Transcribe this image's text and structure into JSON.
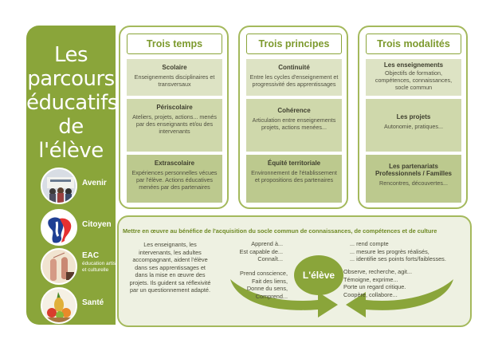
{
  "sidebar": {
    "title_lines": [
      "Les",
      "parcours",
      "éducatifs",
      "de l'élève"
    ],
    "parcours": [
      {
        "label": "Avenir",
        "icon": "school-photo-icon"
      },
      {
        "label": "Citoyen",
        "icon": "marianne-profile-icon"
      },
      {
        "label": "EAC",
        "sub": "éducation artistique et culturelle",
        "icon": "ballet-shoes-icon"
      },
      {
        "label": "Santé",
        "icon": "fruit-basket-icon"
      }
    ]
  },
  "columns": [
    {
      "header": "Trois temps",
      "cards": [
        {
          "title": "Scolaire",
          "text": "Enseignements disciplinaires et transversaux"
        },
        {
          "title": "Périscolaire",
          "text": "Ateliers, projets, actions... menés par des enseignants et/ou des intervenants"
        },
        {
          "title": "Extrascolaire",
          "text": "Expériences personnelles vécues par l'élève. Actions éducatives menées par des partenaires"
        }
      ]
    },
    {
      "header": "Trois principes",
      "cards": [
        {
          "title": "Continuité",
          "text": "Entre les cycles d'enseignement et progressivité des apprentissages"
        },
        {
          "title": "Cohérence",
          "text": "Articulation entre enseignements projets, actions menées..."
        },
        {
          "title": "Équité territoriale",
          "text": "Environnement de l'établissement et propositions des partenaires"
        }
      ]
    },
    {
      "header": "Trois modalités",
      "cards": [
        {
          "title": "Les enseignements",
          "text": "Objectifs de formation, compétences, connaissances, socle commun"
        },
        {
          "title": "Les projets",
          "text": "Autonomie, pratiques..."
        },
        {
          "title": "Les partenariats Professionnels / Familles",
          "text": "Rencontres, découvertes..."
        }
      ]
    }
  ],
  "bottom": {
    "title": "Mettre en œuvre au bénéfice de l'acquisition du socle commun de connaissances, de compétences et de culture",
    "enseignants": "Les enseignants, les intervenants, les adultes accompagnant, aident l'élève dans ses apprentissages et dans la mise en œuvre des projets. Ils guident sa réflexivité par un questionnement adapté.",
    "left_top": [
      "Apprend à...",
      "Est capable de...",
      "Connaît..."
    ],
    "left_bottom": [
      "Prend conscience,",
      "Fait des liens,",
      "Donne du sens,",
      "Comprend..."
    ],
    "center": "L'élève",
    "right_top": [
      "... rend compte",
      "... mesure les progrès réalisés,",
      "... identifie ses points forts/faiblesses."
    ],
    "right_bottom": [
      "Observe, recherche, agit...",
      "Témoigne, exprime...",
      "Porte un regard critique.",
      "Coopère, collabore..."
    ]
  },
  "colors": {
    "green": "#8aa53a",
    "light_green": "#dde3c4",
    "mid_green": "#cfd8ab",
    "dark_green": "#bcc98e",
    "panel_bg": "#eef1e2"
  }
}
